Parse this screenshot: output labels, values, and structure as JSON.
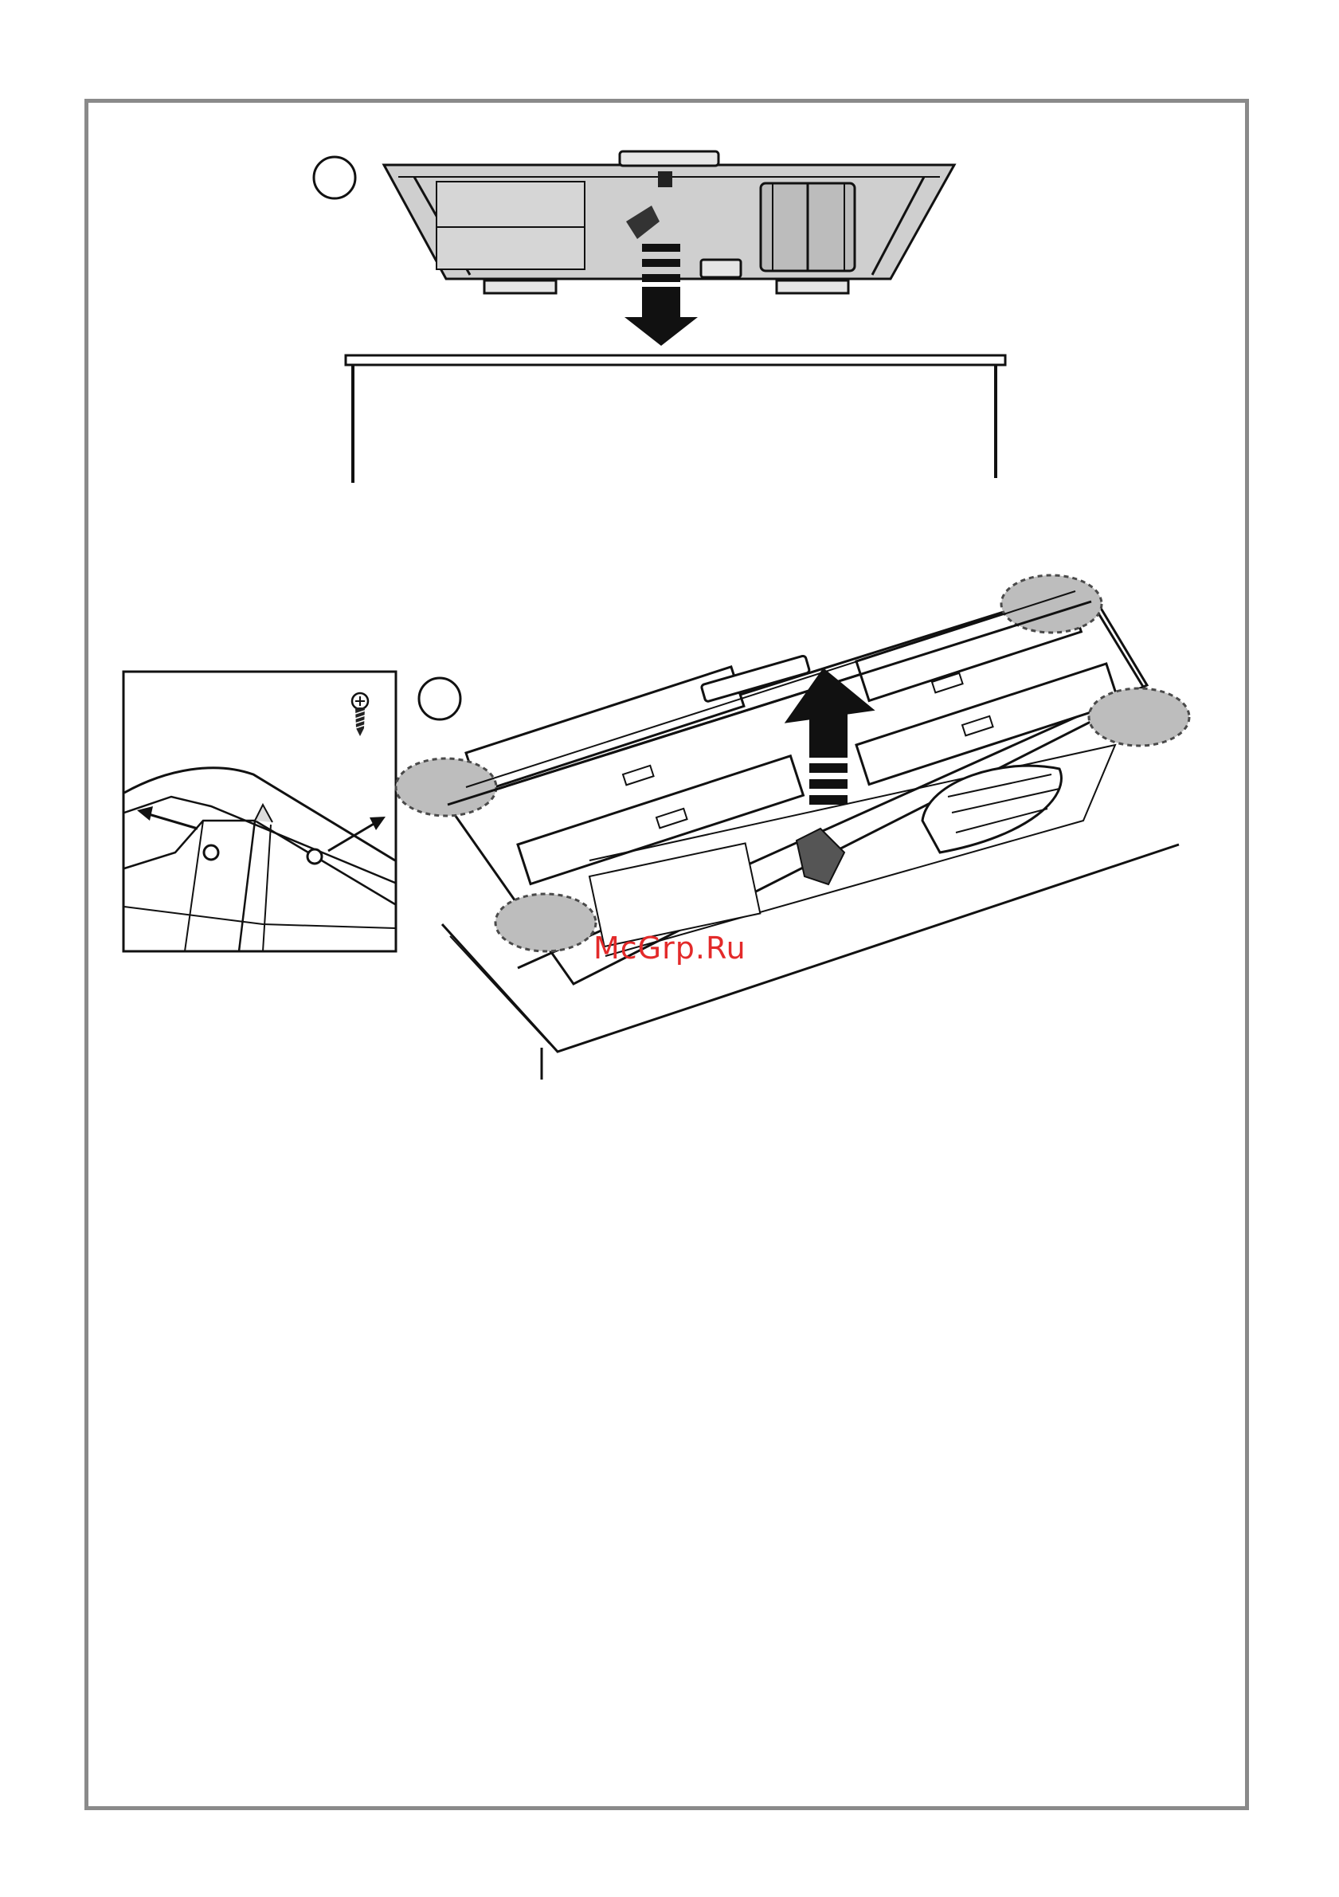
{
  "watermark": {
    "text": "McGrp.Ru"
  },
  "colors": {
    "frame": "#8a8a8a",
    "watermark": "#e32a2a",
    "highlight": "#bdbdbd",
    "ink": "#111111"
  },
  "steps": [
    {
      "id": 1,
      "marker": "circle"
    },
    {
      "id": 2,
      "marker": "circle"
    },
    {
      "id": 3,
      "marker": "circle"
    },
    {
      "id": 4,
      "marker": "circle"
    }
  ],
  "icons": [
    "screw-icon",
    "arrow-down-icon",
    "arrow-up-icon",
    "rotate-icon"
  ]
}
